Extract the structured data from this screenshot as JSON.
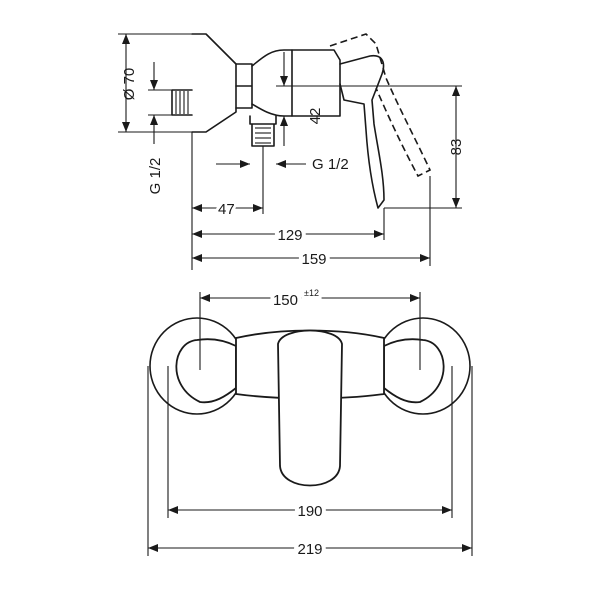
{
  "dimensions": {
    "d70": "Ø 70",
    "g12_left": "G 1/2",
    "g12_right": "G 1/2",
    "d47": "47",
    "d42": "42",
    "d83": "83",
    "d129": "129",
    "d159": "159",
    "d150": "150",
    "d150_tol": "±12",
    "d190": "190",
    "d219": "219"
  }
}
